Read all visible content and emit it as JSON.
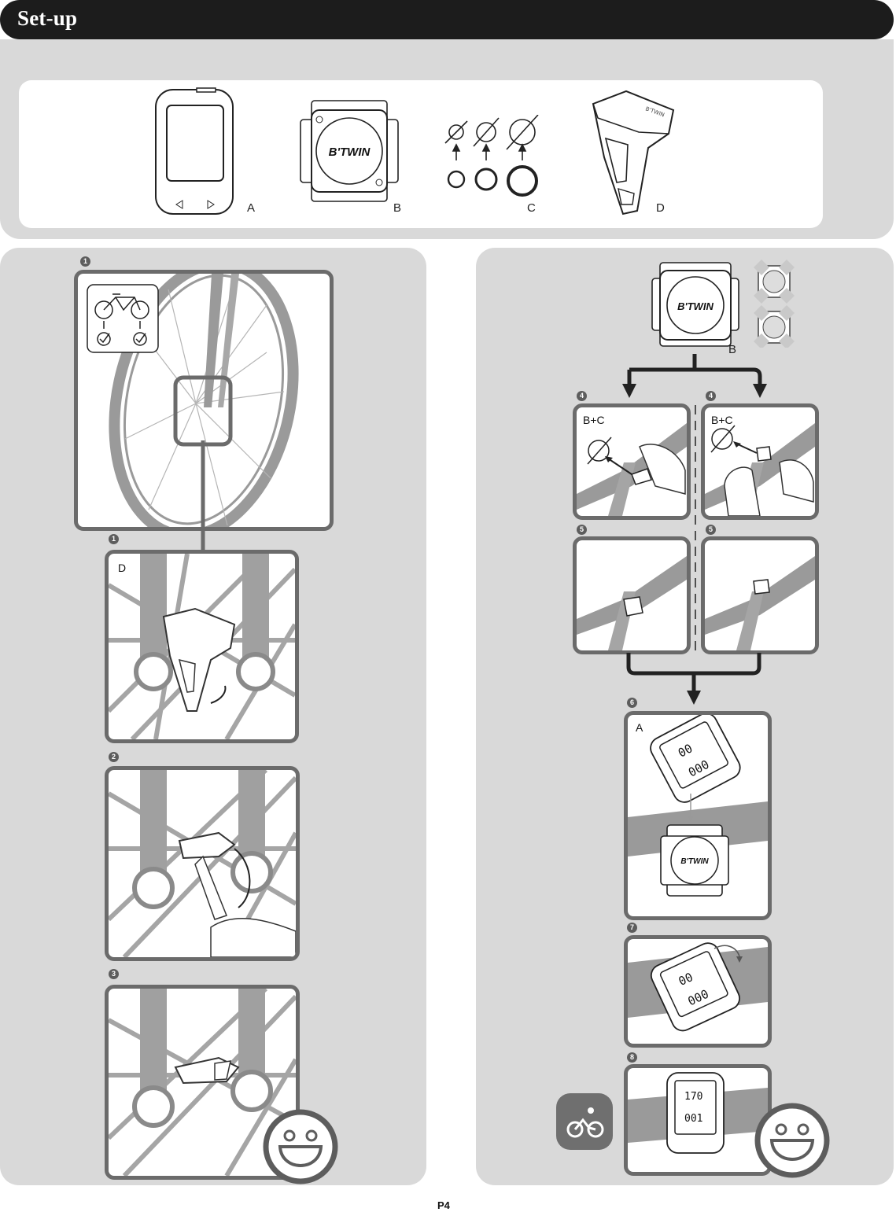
{
  "header": {
    "title": "Set-up"
  },
  "components": [
    {
      "label": "A"
    },
    {
      "label": "B"
    },
    {
      "label": "C"
    },
    {
      "label": "D"
    }
  ],
  "brand": "B'TWIN",
  "left_steps": {
    "step1_num": "1",
    "step1b_num": "1",
    "step1b_label": "D",
    "step2_num": "2",
    "step3_num": "3"
  },
  "right_steps": {
    "sensor_label": "B",
    "step4a_num": "4",
    "step4a_label": "B+C",
    "step4b_num": "4",
    "step4b_label": "B+C",
    "step5a_num": "5",
    "step5b_num": "5",
    "step6_num": "6",
    "step6_label": "A",
    "step7_num": "7",
    "step8_num": "8"
  },
  "page": {
    "number": "P4"
  }
}
